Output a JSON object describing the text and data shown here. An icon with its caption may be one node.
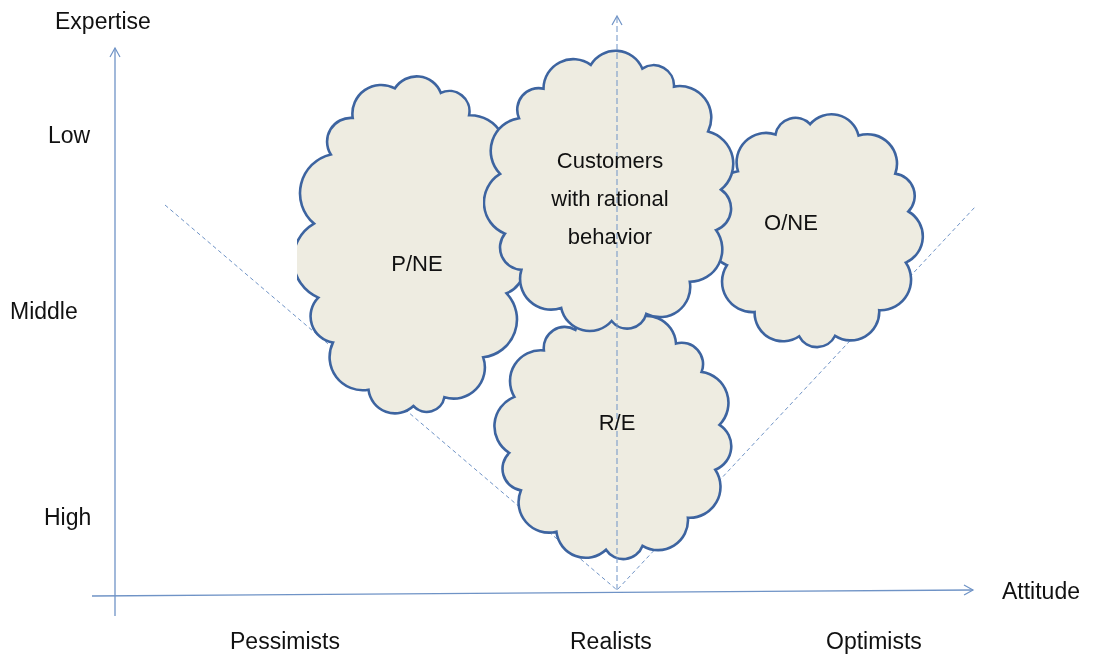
{
  "diagram": {
    "nodes": [
      {
        "text": [
          "P/NE"
        ]
      },
      {
        "text": [
          "Customers with rational behavior"
        ]
      },
      {
        "text": [
          "O/NE"
        ]
      },
      {
        "text": [
          "R/E"
        ]
      }
    ],
    "labels": [
      "Expertise",
      "Low",
      "Middle",
      "High",
      "Attitude",
      "Pessimists",
      "Realists",
      "Optimists"
    ]
  }
}
